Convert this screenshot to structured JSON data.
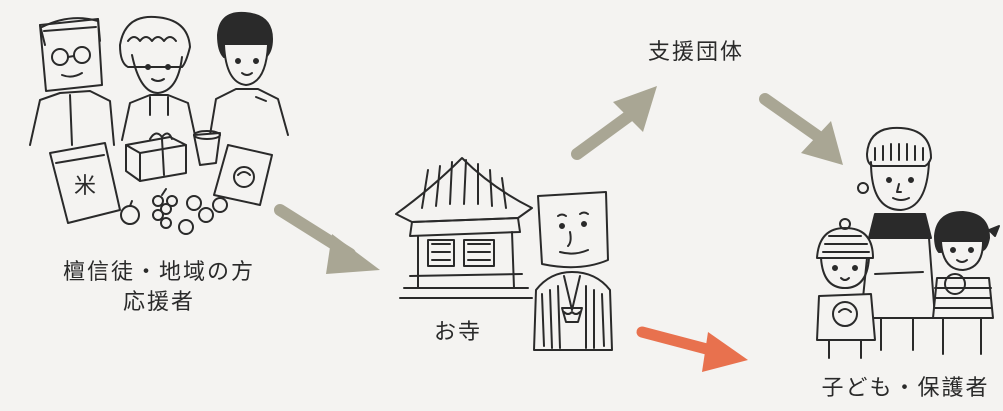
{
  "nodes": {
    "donors": {
      "line1": "檀信徒・地域の方",
      "line2": "応援者"
    },
    "temple": {
      "label": "お寺"
    },
    "support": {
      "label": "支援団体"
    },
    "families": {
      "label": "子ども・保護者"
    }
  },
  "food_items": {
    "rice_bag_text": "米"
  },
  "colors": {
    "arrow_gray": "#a9a694",
    "arrow_orange": "#e8714e",
    "ink": "#2a2a2a",
    "background": "#f4f3f1"
  }
}
